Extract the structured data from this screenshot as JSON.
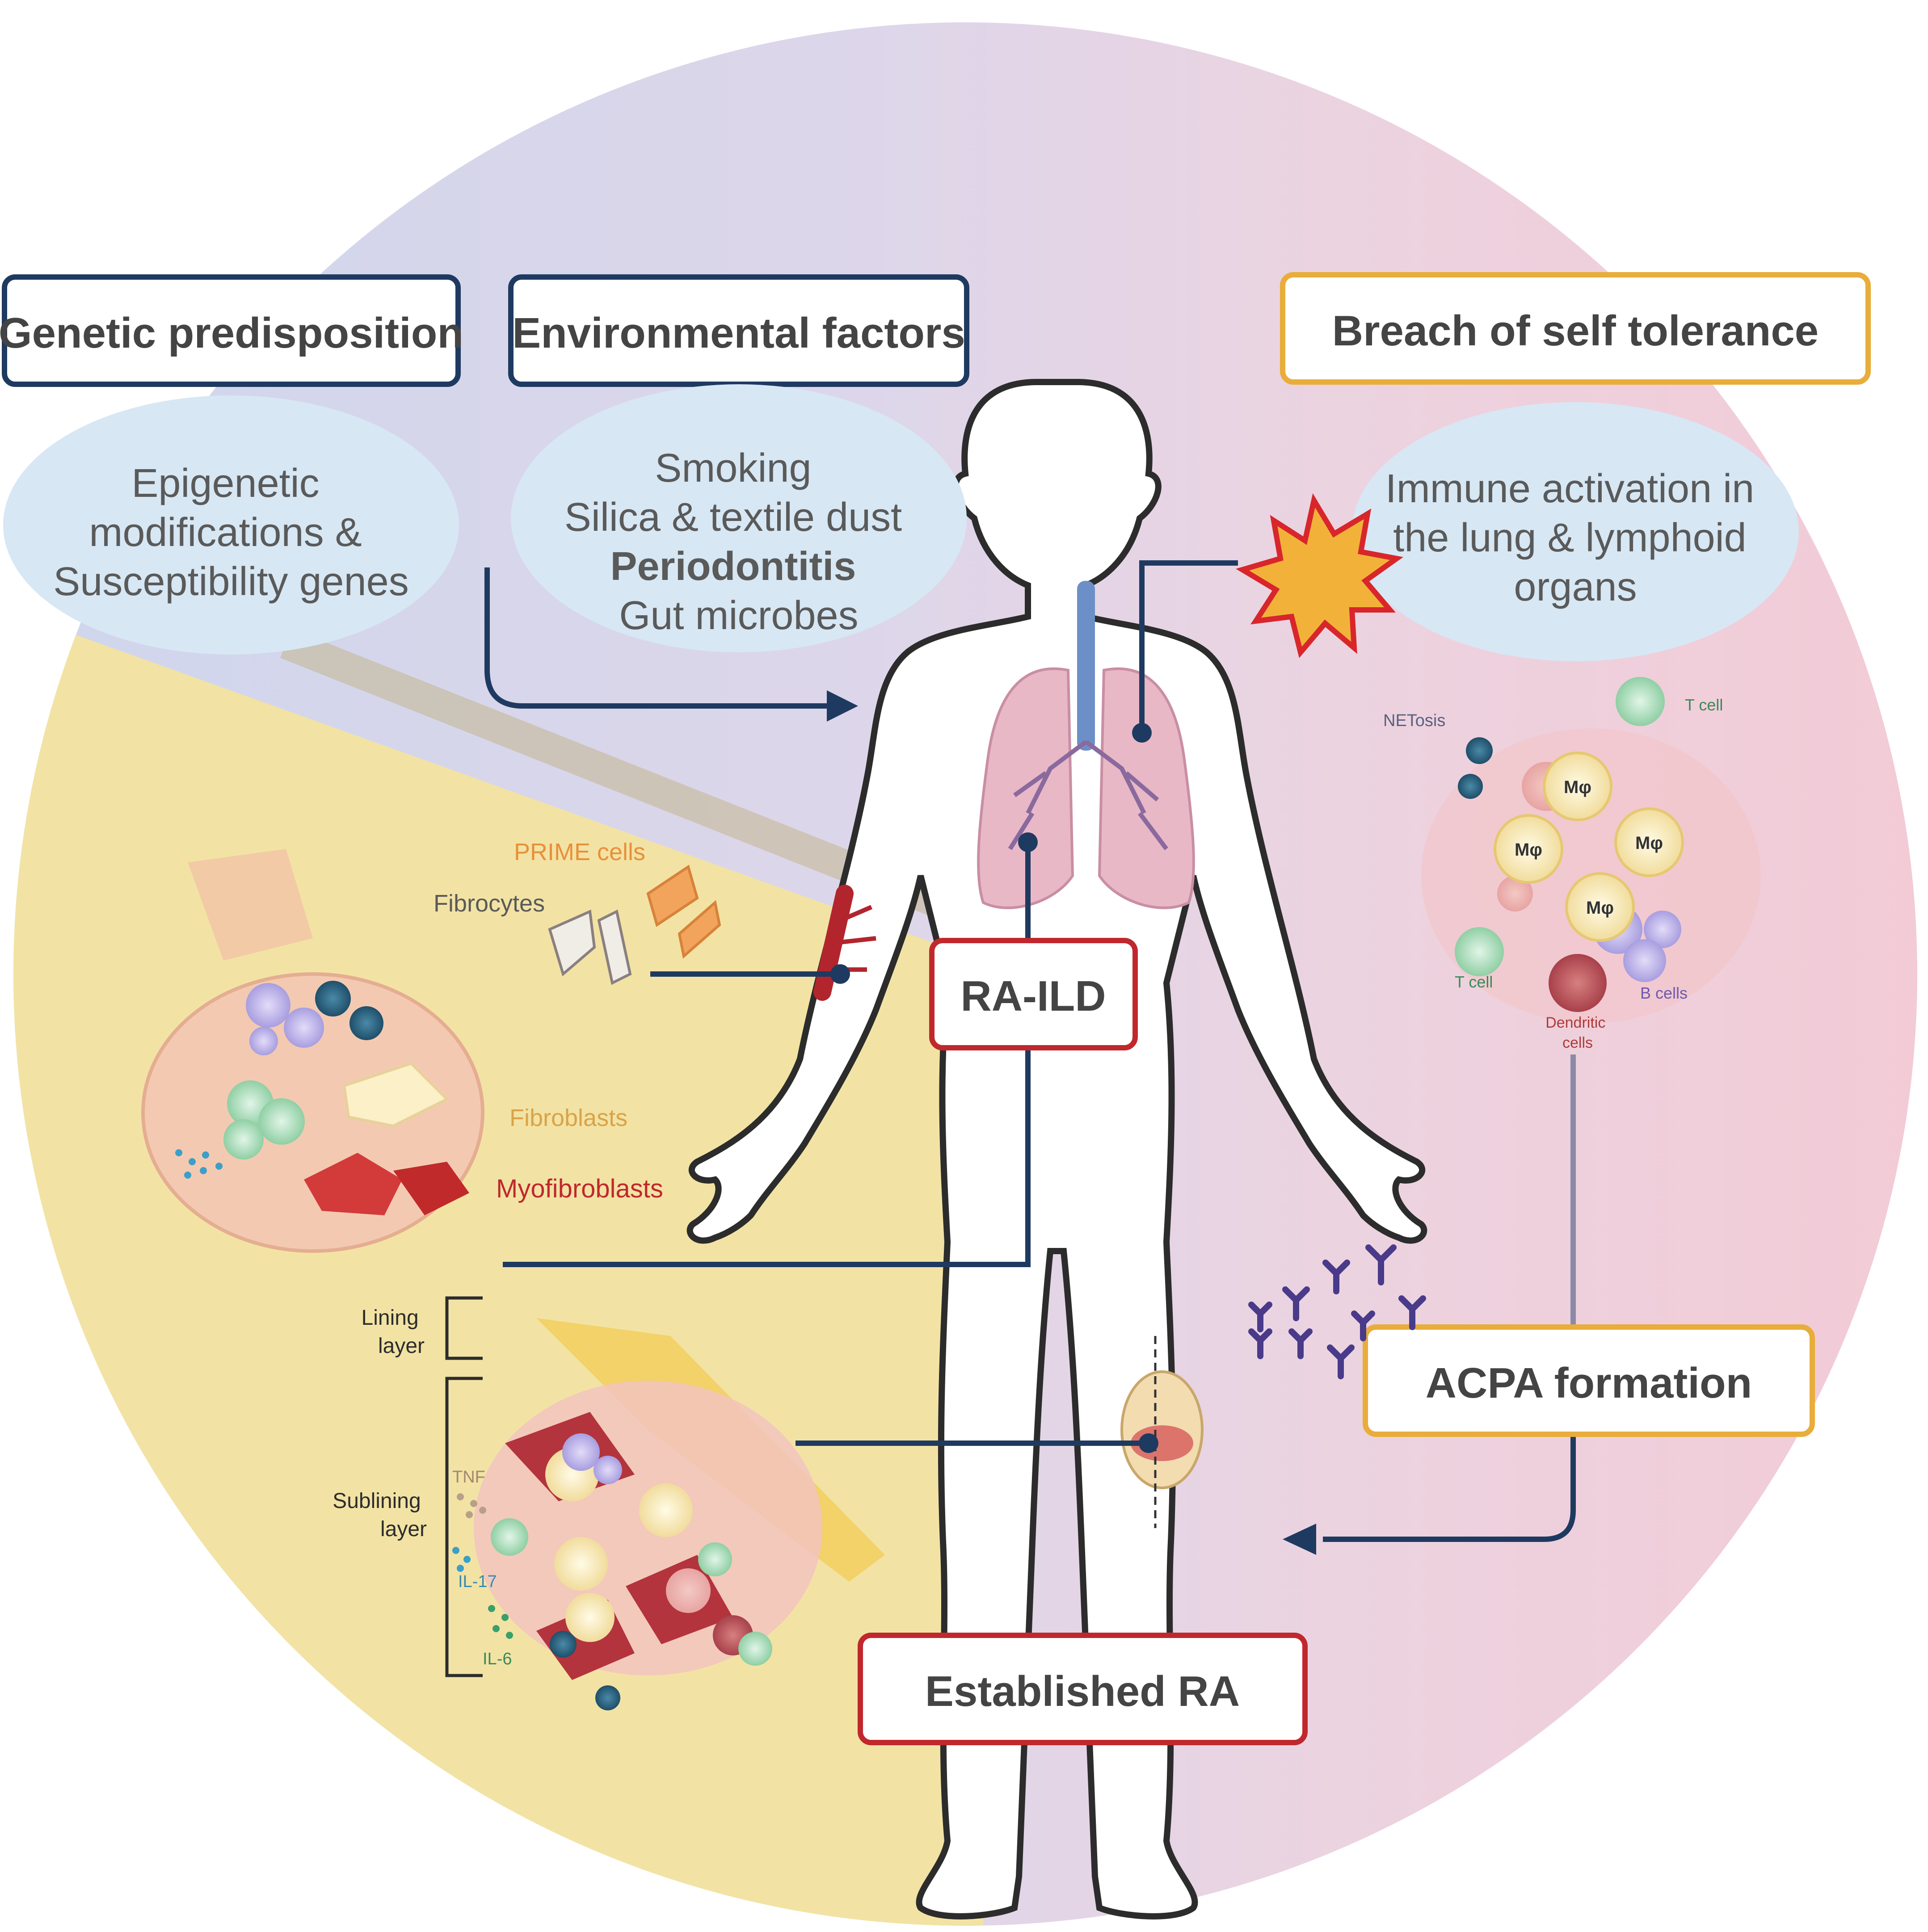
{
  "boxes": {
    "genetic": "Genetic predisposition",
    "environmental": "Environmental factors",
    "breach": "Breach of self tolerance",
    "ra_ild": "RA-ILD",
    "acpa": "ACPA formation",
    "established": "Established RA"
  },
  "ovals": {
    "genetic": [
      "Epigenetic",
      "modifications &",
      "Susceptibility genes"
    ],
    "environmental": [
      "Smoking",
      "Silica & textile dust",
      "Periodontitis",
      "Gut microbes"
    ],
    "breach": [
      "Immune activation in",
      "the lung & lymphoid",
      "organs"
    ]
  },
  "labels": {
    "prime": "PRIME cells",
    "fibrocytes": "Fibrocytes",
    "fibroblasts": "Fibroblasts",
    "myofibroblasts": "Myofibroblasts",
    "lining": [
      "Lining",
      "layer"
    ],
    "sublining": [
      "Sublining",
      "layer"
    ],
    "tnf": "TNF",
    "il17": "IL-17",
    "il6": "IL-6",
    "netosis": "NETosis",
    "tcell_top": "T cell",
    "tcell_bottom": "T cell",
    "bcells": "B cells",
    "dendritic": [
      "Dendritic",
      "cells"
    ],
    "macrophage": "Mφ"
  },
  "colors": {
    "navy": "#1f3a60",
    "gold": "#e8ad3a",
    "red": "#c0282d",
    "yellow_bg": "#f2e3a4",
    "oval": "#d7e7f4",
    "orange_text": "#e8903a",
    "gray_text": "#5a5a5a",
    "fibroblast_text": "#d9a34a",
    "myofibroblast_text": "#c0282d"
  }
}
